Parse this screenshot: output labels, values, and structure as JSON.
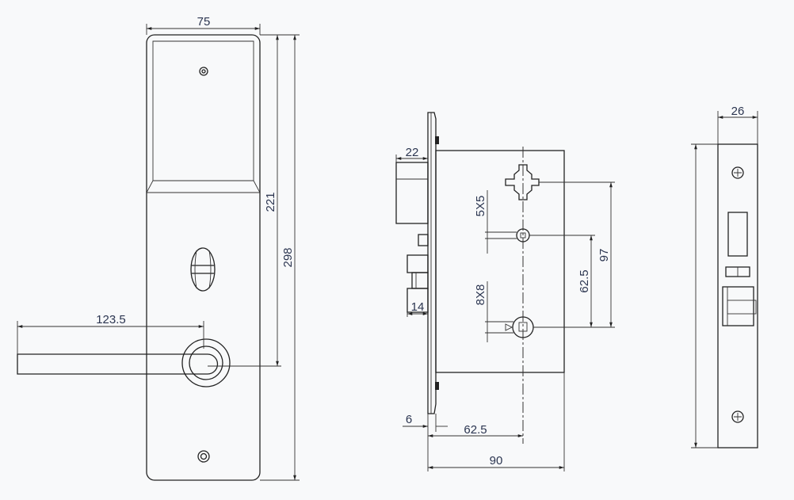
{
  "front_view": {
    "width_label": "75",
    "card_height_label": "221",
    "total_height_label": "298",
    "lever_length_label": "123.5"
  },
  "mortise_view": {
    "latch_label": "22",
    "square_small_label": "5X5",
    "square_large_label": "8X8",
    "deadbolt_label": "14",
    "spindle_spacing_label": "62.5",
    "cylinder_spacing_label": "97",
    "faceplate_label": "6",
    "backset_label": "62.5",
    "depth_label": "90"
  },
  "faceplate_view": {
    "width_label": "26"
  },
  "colors": {
    "background": "#f8f9fa",
    "line": "#222222",
    "text": "#2b3550"
  }
}
